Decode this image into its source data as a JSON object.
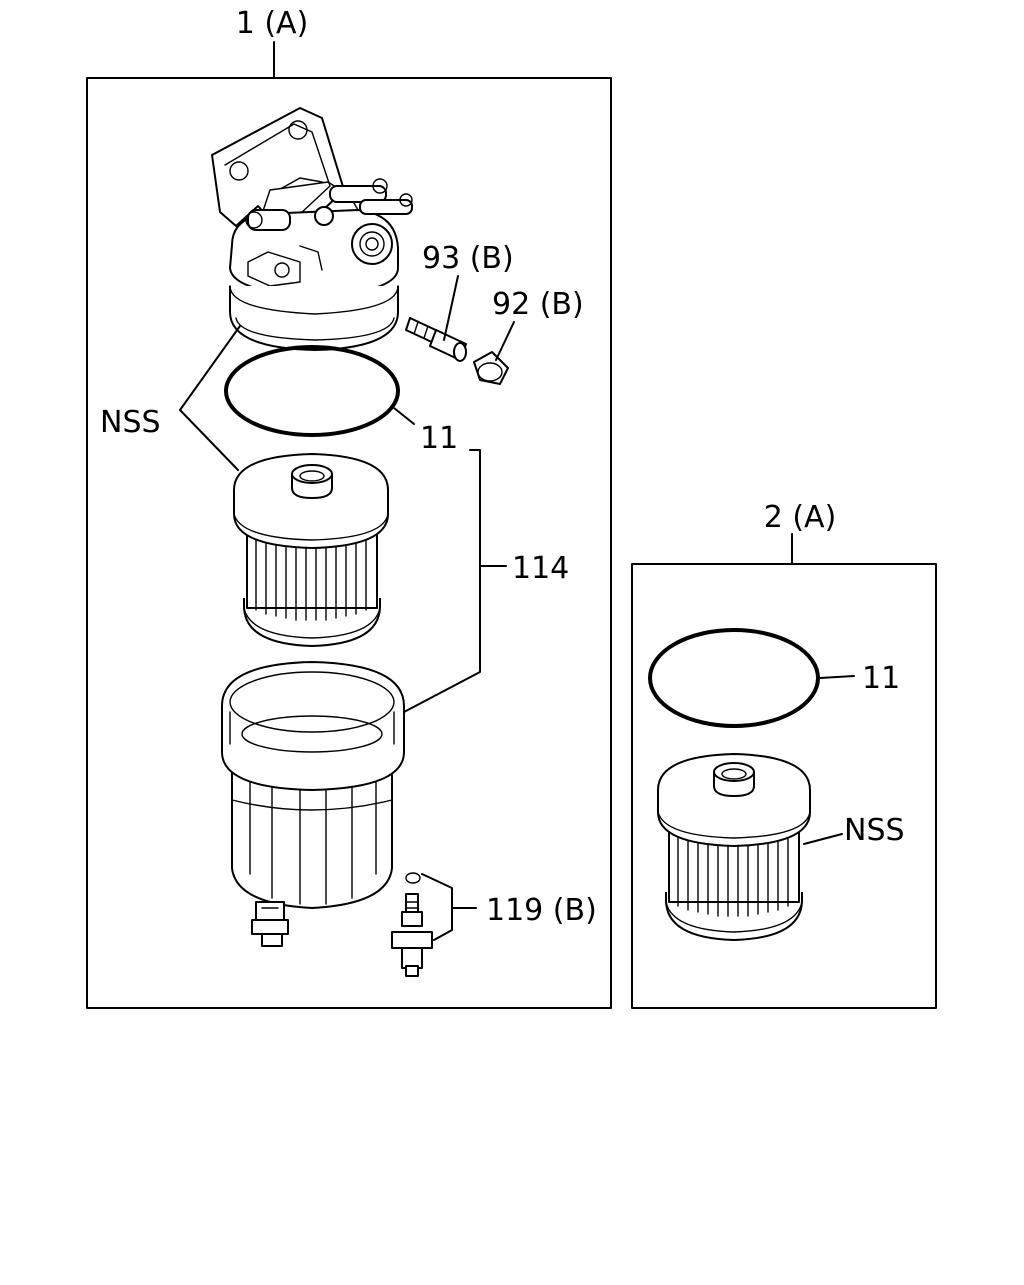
{
  "assembly_1": {
    "label": "1 (A)"
  },
  "assembly_2": {
    "label": "2 (A)"
  },
  "callouts": {
    "part_93": "93 (B)",
    "part_92": "92 (B)",
    "nss_1": "NSS",
    "part_11_a": "11",
    "part_114": "114",
    "part_119": "119 (B)",
    "part_11_b": "11",
    "nss_2": "NSS"
  }
}
